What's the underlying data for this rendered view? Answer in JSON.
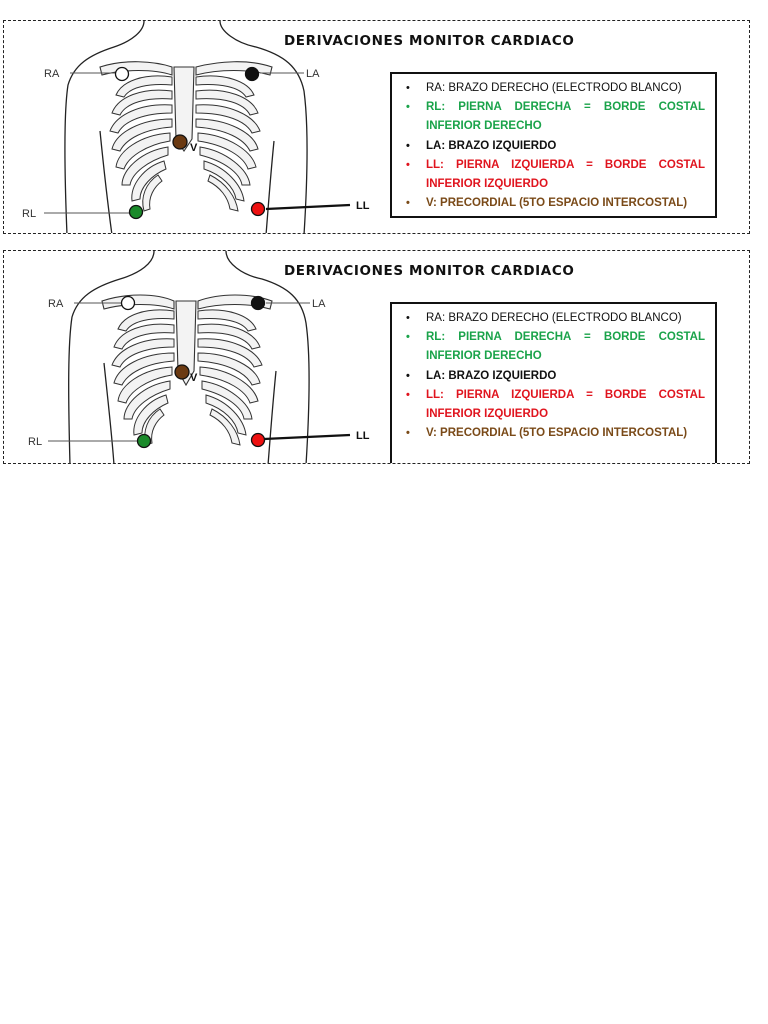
{
  "title": "DERIVACIONES MONITOR CARDIACO",
  "electrode_labels": {
    "ra": "RA",
    "la": "LA",
    "rl": "RL",
    "ll": "LL",
    "v": "V"
  },
  "legend": [
    {
      "text": "RA: BRAZO DERECHO (ELECTRODO BLANCO)",
      "color": "#111111"
    },
    {
      "text": "RL: PIERNA DERECHA = BORDE COSTAL INFERIOR DERECHO",
      "color": "#1aa34a"
    },
    {
      "text": "LA: BRAZO IZQUIERDO",
      "color": "#111111"
    },
    {
      "text": "LL: PIERNA IZQUIERDA = BORDE COSTAL INFERIOR IZQUIERDO",
      "color": "#e0141e"
    },
    {
      "text": "V: PRECORDIAL (5TO ESPACIO INTERCOSTAL)",
      "color": "#7a4a18"
    }
  ],
  "electrode_colors": {
    "ra": "#ffffff",
    "la": "#111111",
    "rl": "#1a8a2a",
    "ll": "#ee1111",
    "v": "#6b3a12"
  },
  "bullet": "•"
}
